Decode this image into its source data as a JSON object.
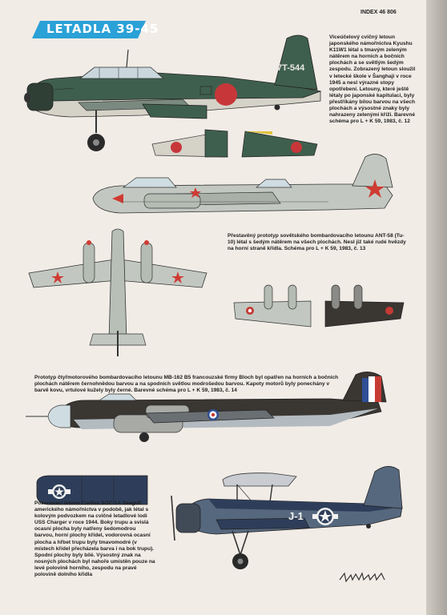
{
  "header": {
    "title": "LETADLA 39-45",
    "index": "INDEX 46 806",
    "banner_color": "#2aa1d7"
  },
  "aircraft": [
    {
      "id": "k11w1",
      "markings": "7T-544",
      "caption": "Viceúčelový cvičný letoun japonského námořnictva Kyushu K11W1 létal s tmavým zeleným nátěrem na horních a bočních plochách a se světlým šedým zespodu. Zobrazený letoun sloužil v letecké škole v Šanghaji v roce 1945 a nesl výrazné stopy opotřebení. Letouny, které ještě létaly po japonské kapitulaci, byly přestříkány bílou barvou na všech plochách a výsostné znaky byly nahrazeny zelenými kříži. Barevné schéma pro L + K 59, 1983, č. 12",
      "colors": {
        "upper": "#3f5f4e",
        "lower": "#d5d2c8",
        "hinomaru": "#c7373a"
      }
    },
    {
      "id": "ant58",
      "caption": "Přestavěný prototyp sovětského bombardovacího letounu ANT-58 (Tu-10) létal s šedým nátěrem na všech plochách. Nesl již také rudé hvězdy na horní straně křídla. Schéma pro L + K 59, 1983, č. 13",
      "colors": {
        "body": "#c2c8c1",
        "star": "#cf3b33"
      }
    },
    {
      "id": "mb162",
      "caption": "Prototyp čtyřmotorového bombardovacího letounu MB-162 B5 francouzské firmy Bloch byl opatřen na horních a bočních plochách nátěrem černohnědou barvou a na spodních světlou modrošedou barvou. Kapoty motorů byly ponechány v barvě kovu, vrtulové kužely byly černé. Barevné schéma pro L + K 59, 1983, č. 14",
      "colors": {
        "upper": "#3a3632",
        "lower": "#b3bbc0"
      }
    },
    {
      "id": "soc1a",
      "markings": "J-1",
      "caption": "Pozorovací letoun Curtiss SOC-1A Seagull amerického námořnictva v podobě, jak létal s kolovým podvozkem na cvičné letadlové lodi USS Charger v roce 1944. Boky trupu a svislá ocasní plocha byly natřeny šedomodrou barvou, horní plochy křídel, vodorovná ocasní plocha a hřbet trupu byly tmavomodré (v místech křídel přecházela barva i na bok trupu). Spodní plochy byly bílé. Výsostný znak na nosných plochách byl nahoře umístěn pouze na levé polovině horního, zespodu na pravé polovině dolního křídla",
      "colors": {
        "upper": "#2e3e5a",
        "side": "#56687e",
        "lower": "#e4e4e4"
      }
    }
  ]
}
